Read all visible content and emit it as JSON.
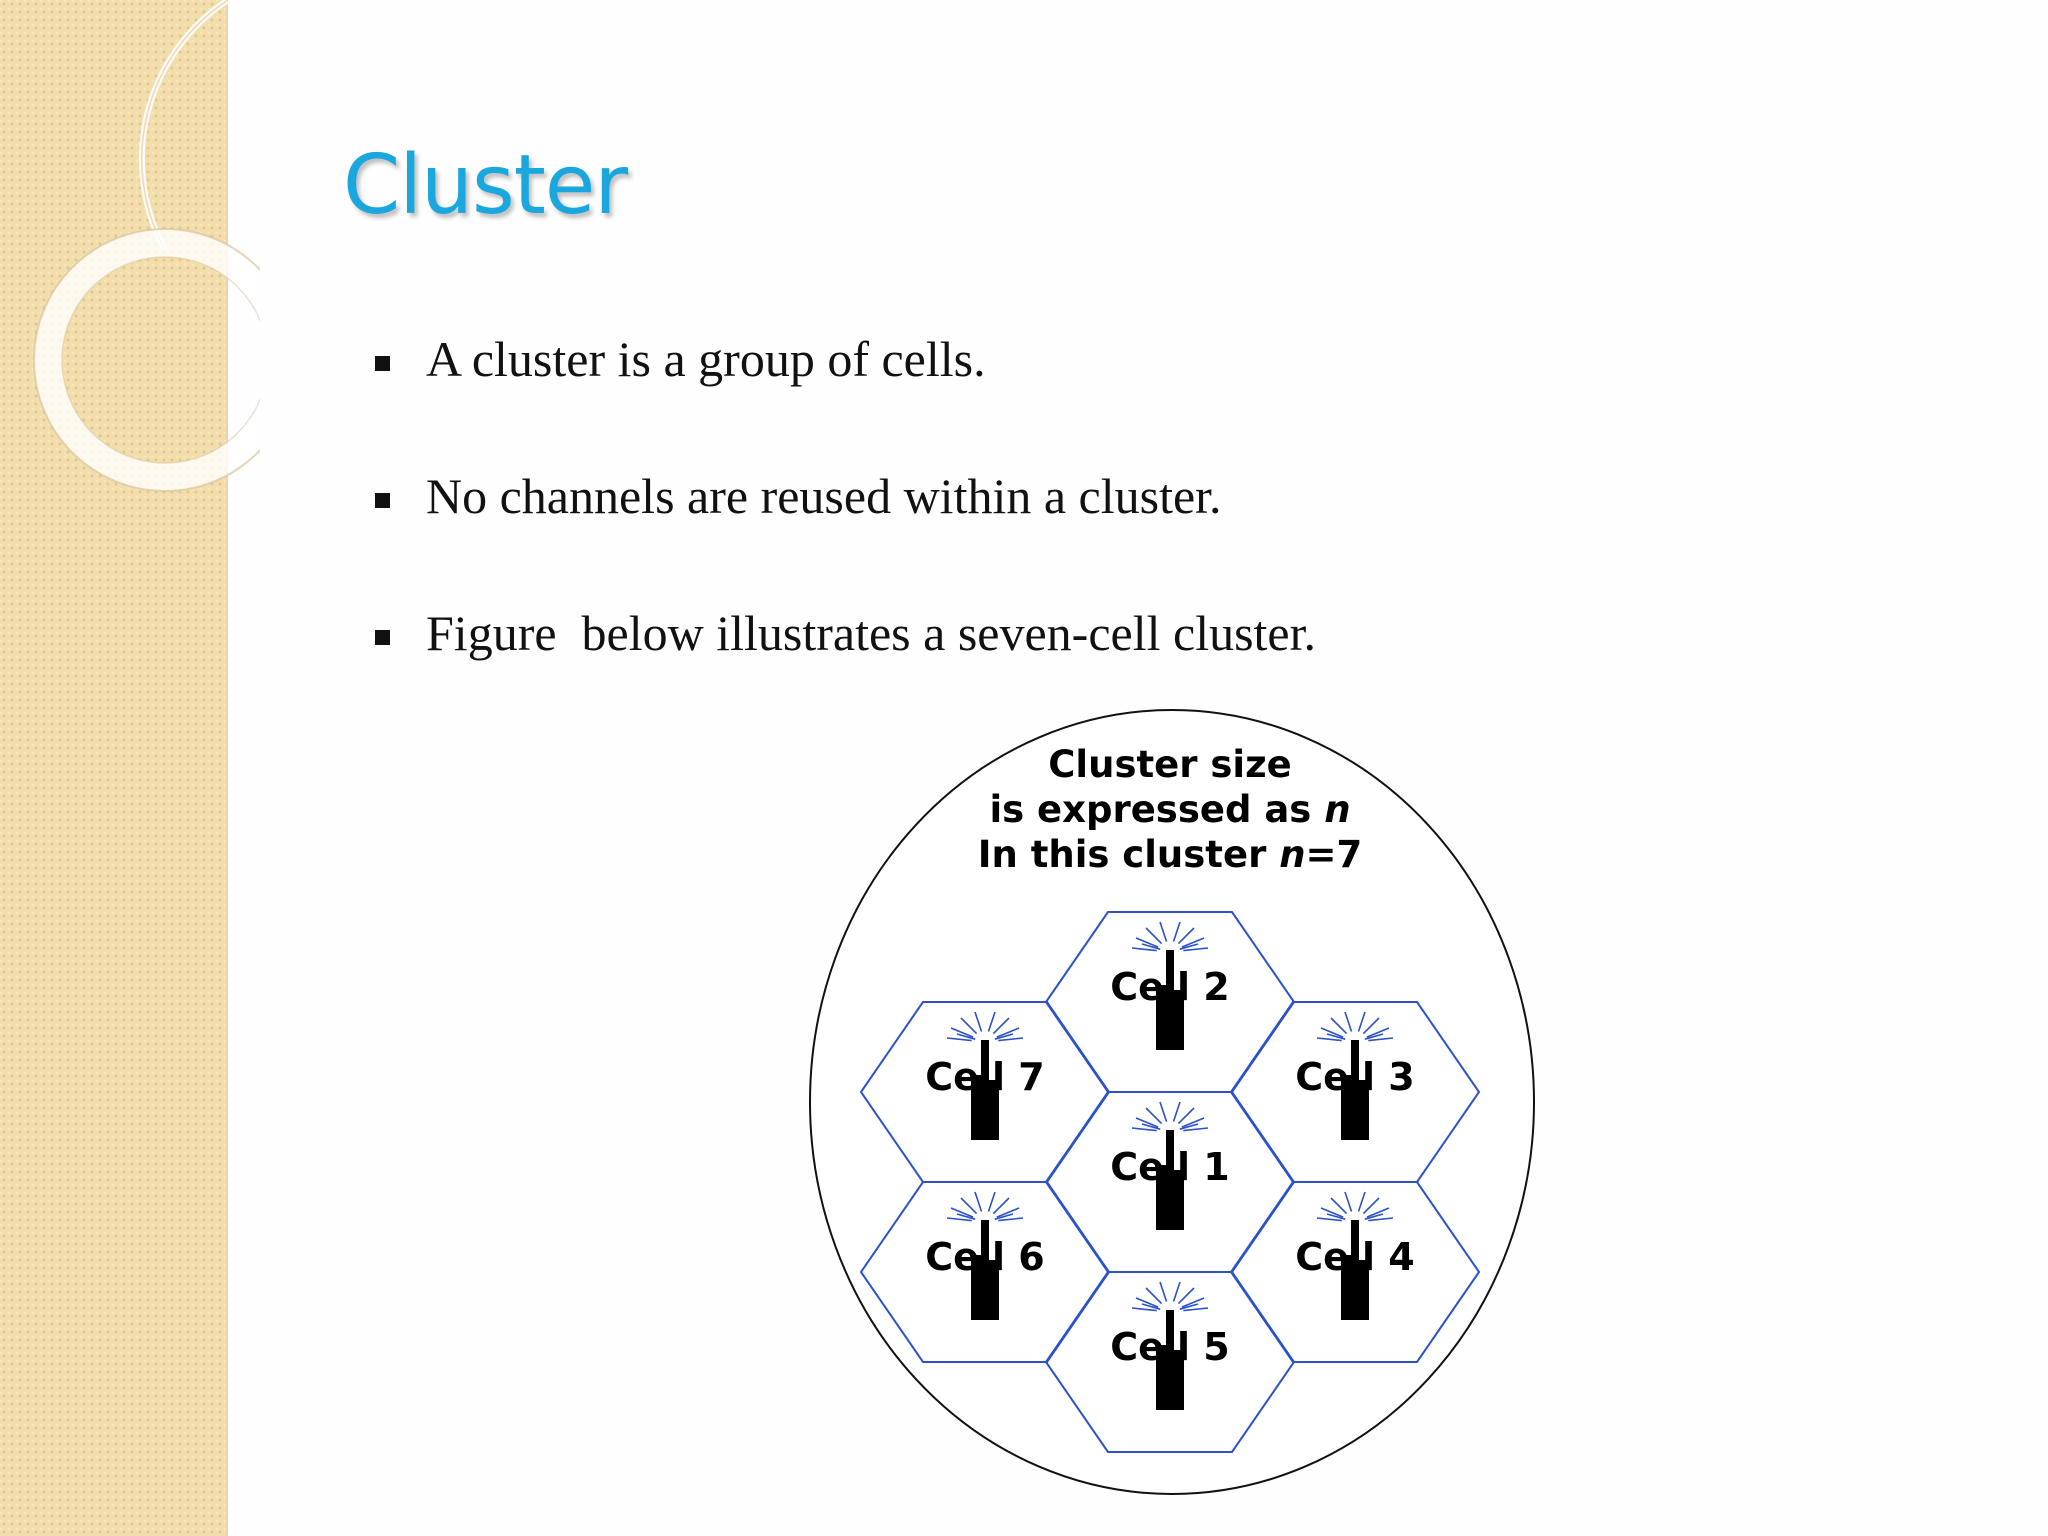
{
  "slide": {
    "title": "Cluster",
    "bullets": [
      "A cluster is a group of cells.",
      "No channels are reused within a cluster.",
      "Figure  below illustrates a seven-cell cluster."
    ]
  },
  "diagram": {
    "caption": {
      "line1": "Cluster size",
      "line2_prefix": "is expressed as ",
      "line2_var": "n",
      "line3_prefix": "In this cluster ",
      "line3_var": "n",
      "line3_suffix": "=7"
    },
    "cells": [
      "Cell 1",
      "Cell 2",
      "Cell 3",
      "Cell 4",
      "Cell 5",
      "Cell 6",
      "Cell 7"
    ]
  },
  "colors": {
    "title": "#1aa7de",
    "hex_stroke": "#2b52c8",
    "sidebar": "#f3dfae"
  }
}
